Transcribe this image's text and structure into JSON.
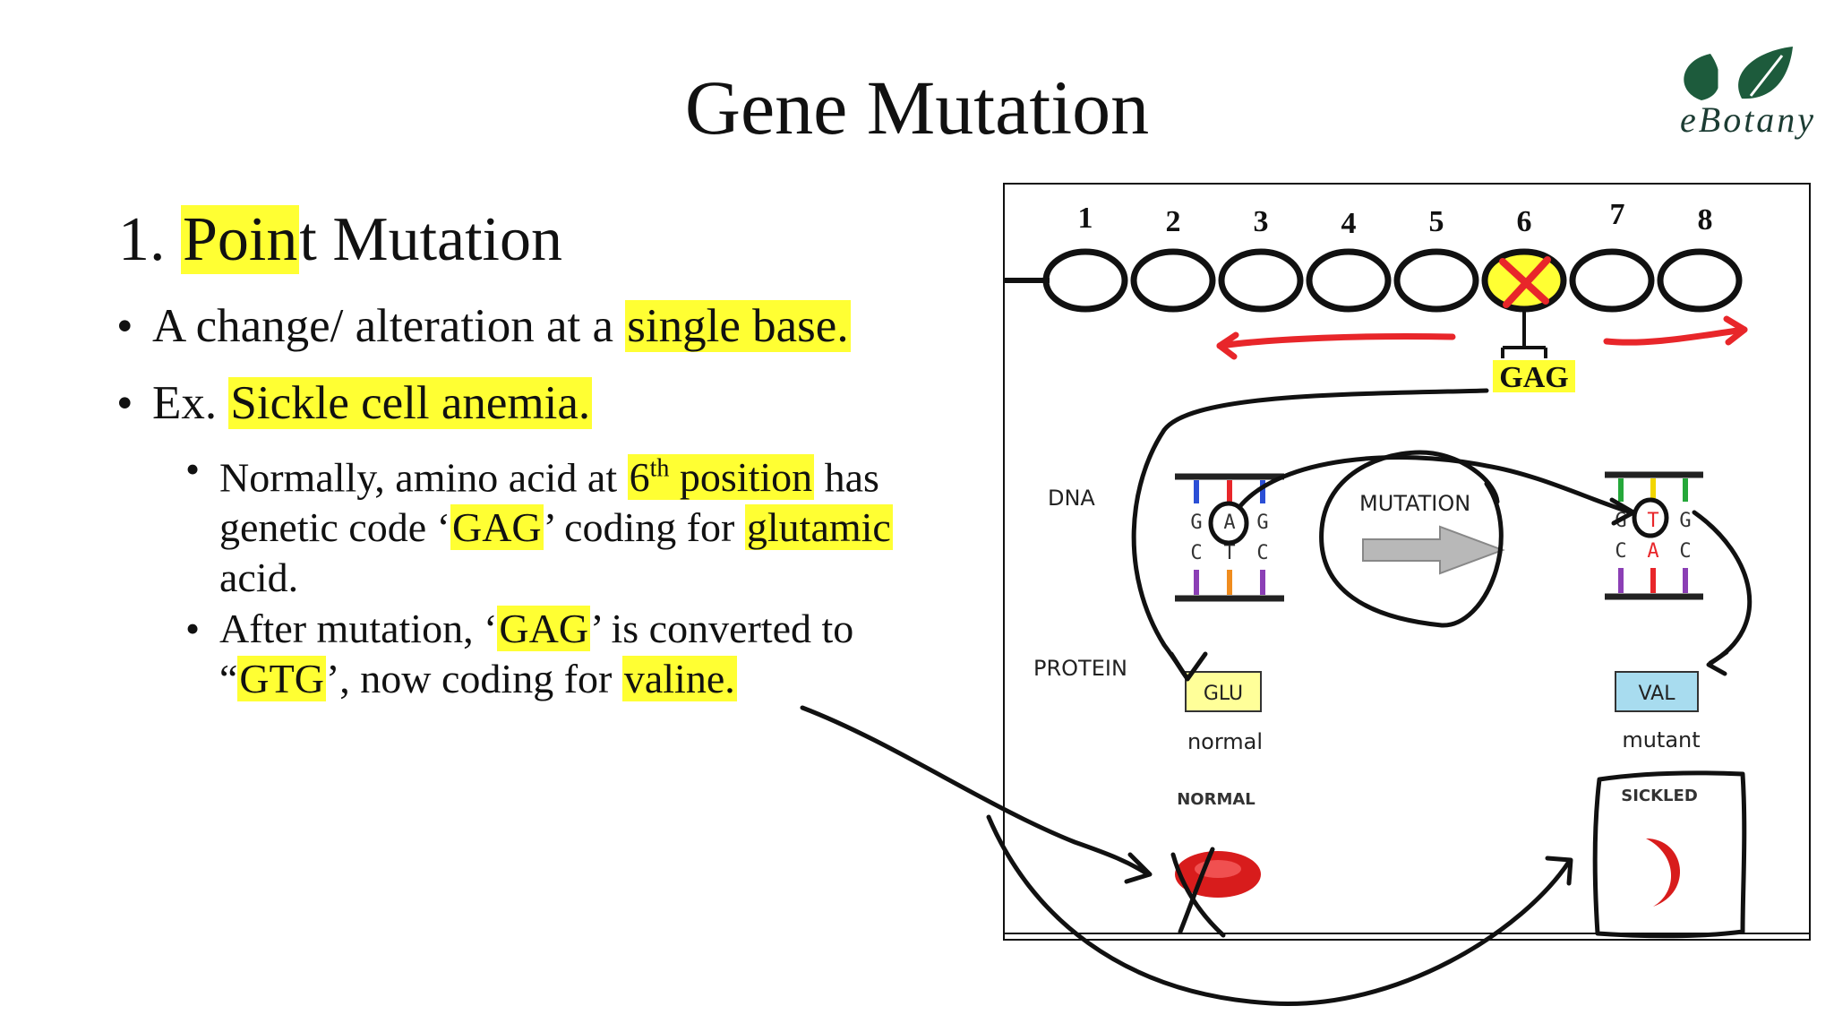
{
  "slide": {
    "title": "Gene Mutation",
    "logo_text": "eBotany",
    "heading_prefix": "1. ",
    "heading_highlight": "Poin",
    "heading_rest": "t Mutation",
    "bullet1_prefix": "A change/ alteration at a ",
    "bullet1_highlight": "single base.",
    "bullet2_prefix": "Ex. ",
    "bullet2_highlight": "Sickle cell anemia.",
    "sub1_l1_a": "Normally, amino acid at ",
    "sub1_l1_hl_num": "6",
    "sub1_l1_hl_sup": "th",
    "sub1_l1_hl_rest": " position",
    "sub1_l1_b": " has",
    "sub1_l2_a": "genetic code ‘",
    "sub1_l2_hl1": "GAG",
    "sub1_l2_b": "’ coding for ",
    "sub1_l2_hl2": "glutamic",
    "sub1_l3": "acid.",
    "sub2_l1_a": "After mutation, ‘",
    "sub2_l1_hl": "GAG",
    "sub2_l1_b": "’ is converted to",
    "sub2_l2_a": "“",
    "sub2_l2_hl1": "GTG",
    "sub2_l2_b": "’, now coding for ",
    "sub2_l2_hl2": "valine."
  },
  "diagram": {
    "positions": [
      "1",
      "2",
      "3",
      "4",
      "5",
      "6",
      "7",
      "8"
    ],
    "codon": "GAG",
    "dna_label": "DNA",
    "protein_label": "PROTEIN",
    "mutation_label": "MUTATION",
    "normal_dna_top": [
      "G",
      "A",
      "G"
    ],
    "normal_dna_bottom": [
      "C",
      "T",
      "C"
    ],
    "mutant_dna_top": [
      "G",
      "T",
      "G"
    ],
    "mutant_dna_bottom": [
      "C",
      "A",
      "C"
    ],
    "glu_label": "GLU",
    "val_label": "VAL",
    "normal_caption": "normal",
    "mutant_caption": "mutant",
    "normal_cell_label": "NORMAL",
    "sickled_cell_label": "SICKLED"
  },
  "colors": {
    "highlight": "#ffff33",
    "arrow_red": "#e8262a",
    "glu_box": "#ffff99",
    "val_box": "#a8dcef",
    "rbc_red": "#d81c1c",
    "logo_green": "#1d5b3c"
  }
}
